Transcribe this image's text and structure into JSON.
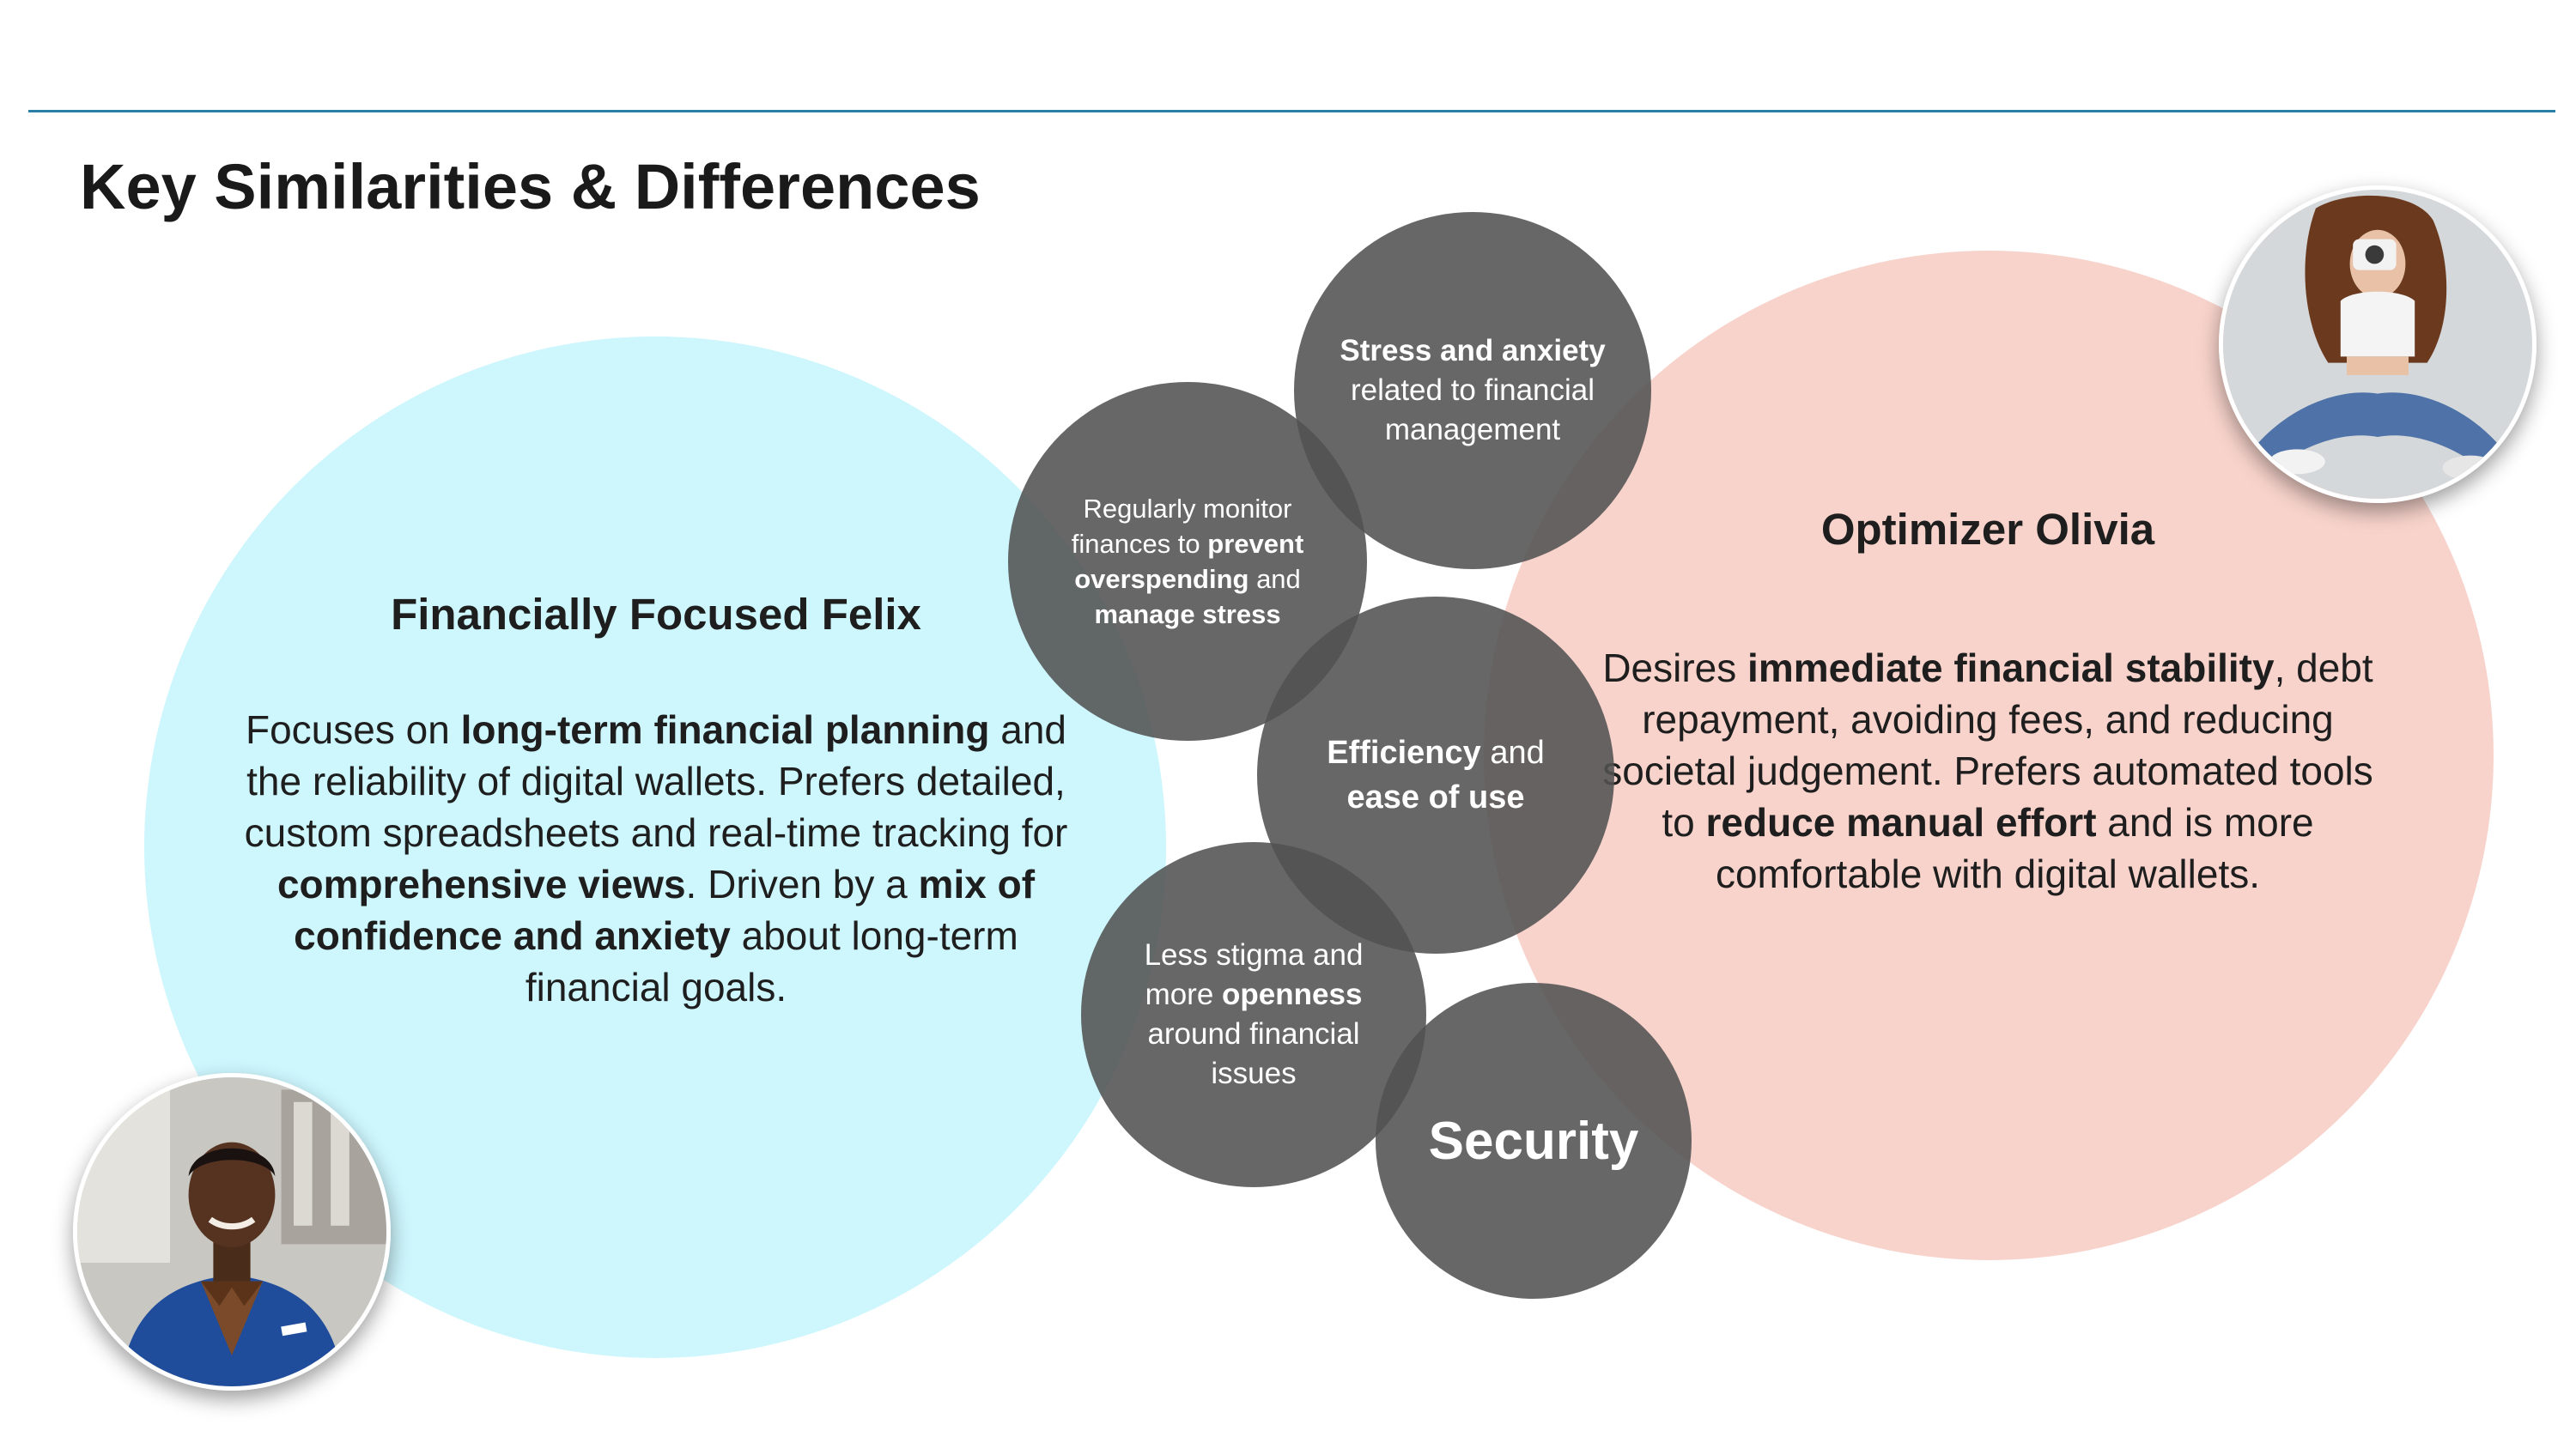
{
  "slide": {
    "title": "Key Similarities & Differences"
  },
  "felix": {
    "name": "Financially Focused Felix",
    "desc": [
      {
        "text": "Focuses on "
      },
      {
        "text": "long-term financial planning",
        "bold": true
      },
      {
        "text": " and the reliability of digital wallets. Prefers detailed, custom spreadsheets and real-time tracking for "
      },
      {
        "text": "comprehensive views",
        "bold": true
      },
      {
        "text": ". Driven by a "
      },
      {
        "text": "mix of confidence and anxiety",
        "bold": true
      },
      {
        "text": " about long-term financial goals."
      }
    ]
  },
  "olivia": {
    "name": "Optimizer Olivia",
    "desc": [
      {
        "text": "Desires "
      },
      {
        "text": "immediate financial stability",
        "bold": true
      },
      {
        "text": ", debt repayment, avoiding fees, and reducing societal judgement. Prefers automated tools to "
      },
      {
        "text": "reduce manual effort",
        "bold": true
      },
      {
        "text": " and is more comfortable with digital wallets."
      }
    ]
  },
  "shared": {
    "stress": [
      {
        "text": "Stress and anxiety",
        "bold": true
      },
      {
        "text": " related to financial management"
      }
    ],
    "monitor": [
      {
        "text": "Regularly monitor finances to "
      },
      {
        "text": "prevent overspending",
        "bold": true
      },
      {
        "text": " and "
      },
      {
        "text": "manage stress",
        "bold": true
      }
    ],
    "efficiency": [
      {
        "text": "Efficiency",
        "bold": true
      },
      {
        "text": " and "
      },
      {
        "text": "ease of use",
        "bold": true
      }
    ],
    "stigma": [
      {
        "text": "Less stigma and more "
      },
      {
        "text": "openness",
        "bold": true
      },
      {
        "text": " around financial issues"
      }
    ],
    "security": "Security"
  },
  "colors": {
    "rule": "#2a7fa6",
    "felix_circle": "#cdf6fd",
    "olivia_circle": "#f7d3cb",
    "bubble": "#525252"
  }
}
